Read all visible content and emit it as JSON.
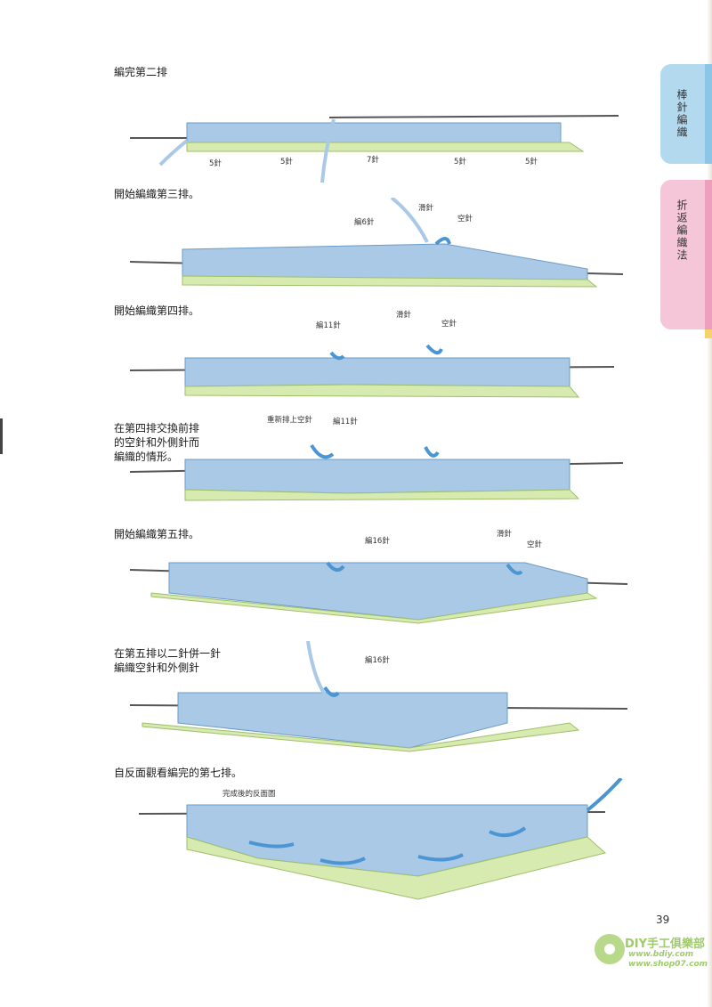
{
  "side_tabs": [
    {
      "label": "棒針編織",
      "color": "#b3d9ef"
    },
    {
      "label": "折返編織法",
      "color": "#f4c6d8"
    }
  ],
  "captions": {
    "step1": "編完第二排",
    "step2": "開始編織第三排。",
    "step3": "開始編織第四排。",
    "step4": "在第四排交換前排\n的空針和外側針而\n編織的情形。",
    "step5": "開始編織第五排。",
    "step6": "在第五排以二針併一針\n編織空針和外側針",
    "step7": "自反面觀看編完的第七排。"
  },
  "diagram_labels": {
    "d1": [
      "5針",
      "5針",
      "7針",
      "5針",
      "5針"
    ],
    "d2": {
      "span": "編6針",
      "slip": "滑針",
      "yarn_over": "空針"
    },
    "d3": {
      "span": "編11針",
      "slip": "滑針",
      "yarn_over": "空針"
    },
    "d4": {
      "rearrange": "重新排上空針",
      "span": "編11針"
    },
    "d5": {
      "span": "編16針",
      "slip": "滑針",
      "yarn_over": "空針"
    },
    "d6": {
      "span": "編16針"
    },
    "d7": {
      "view": "完成後的反面圖"
    }
  },
  "colors": {
    "yarn_blue": "#a9c9e6",
    "yarn_blue_dark": "#4b95d3",
    "yarn_green": "#d7eab0",
    "needle": "#555555"
  },
  "page_number": "39",
  "watermark": {
    "brand": "DIY手工俱樂部",
    "url1": "www.bdiy.com",
    "url2": "www.shop07.com"
  }
}
